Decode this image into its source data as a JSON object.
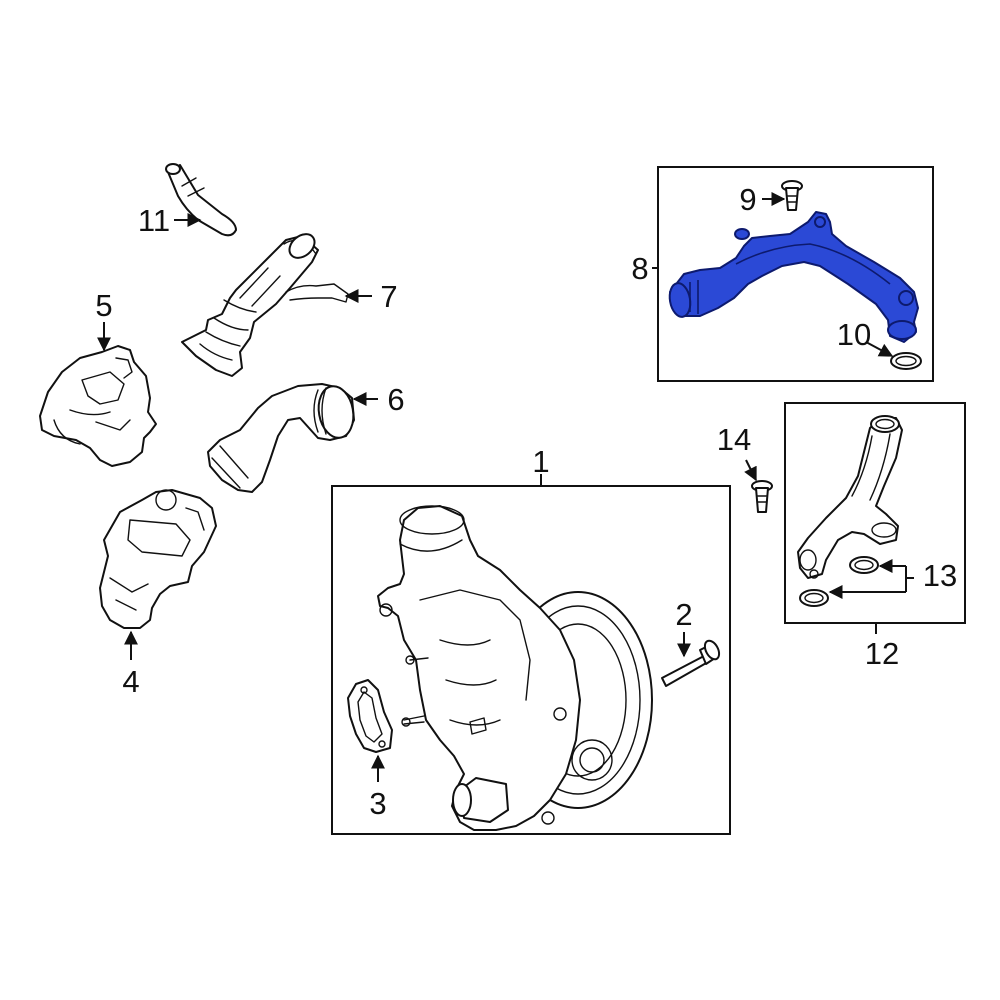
{
  "callouts": {
    "c1": "1",
    "c2": "2",
    "c3": "3",
    "c4": "4",
    "c5": "5",
    "c6": "6",
    "c7": "7",
    "c8": "8",
    "c9": "9",
    "c10": "10",
    "c11": "11",
    "c12": "12",
    "c13": "13",
    "c14": "14"
  },
  "colors": {
    "highlight": "#2b49d6",
    "line": "#111111",
    "background": "#ffffff"
  },
  "highlighted_part": "8"
}
